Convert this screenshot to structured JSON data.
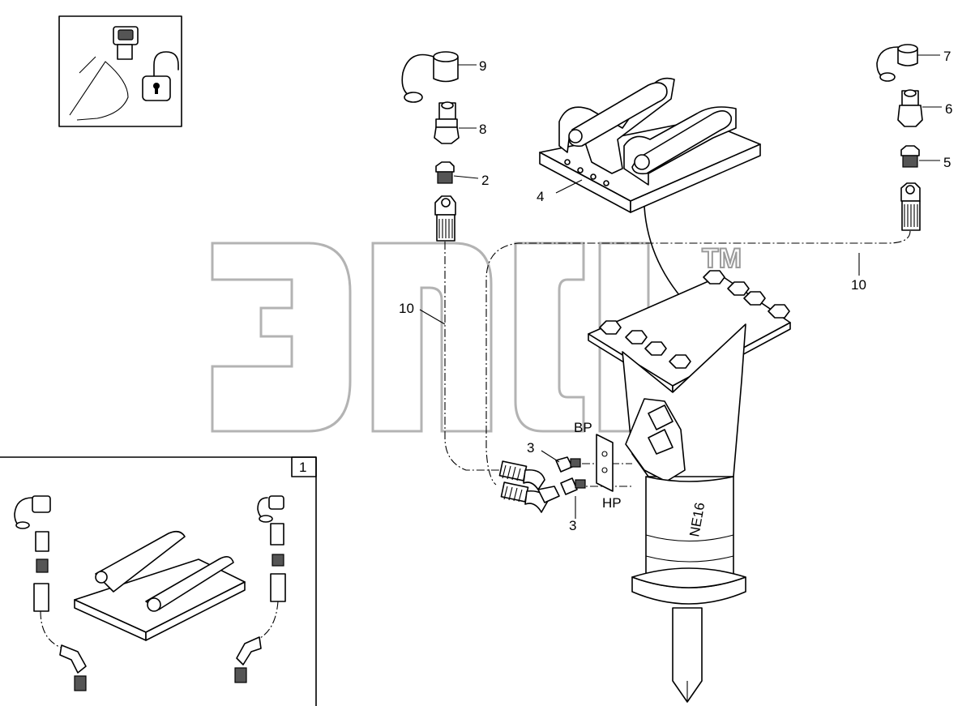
{
  "labels": {
    "inset": "1",
    "hose_nipple_left": "2",
    "adapter_top": "3",
    "adapter_bottom": "3",
    "mounting_plate": "4",
    "nipple_right": "5",
    "coupling_right": "6",
    "cap_right": "7",
    "coupling_left": "8",
    "cap_left": "9",
    "hose_left": "10",
    "hose_right": "10",
    "port_bp": "BP",
    "port_hp": "HP",
    "model": "NE16"
  },
  "watermark": {
    "trademark": "TM"
  }
}
